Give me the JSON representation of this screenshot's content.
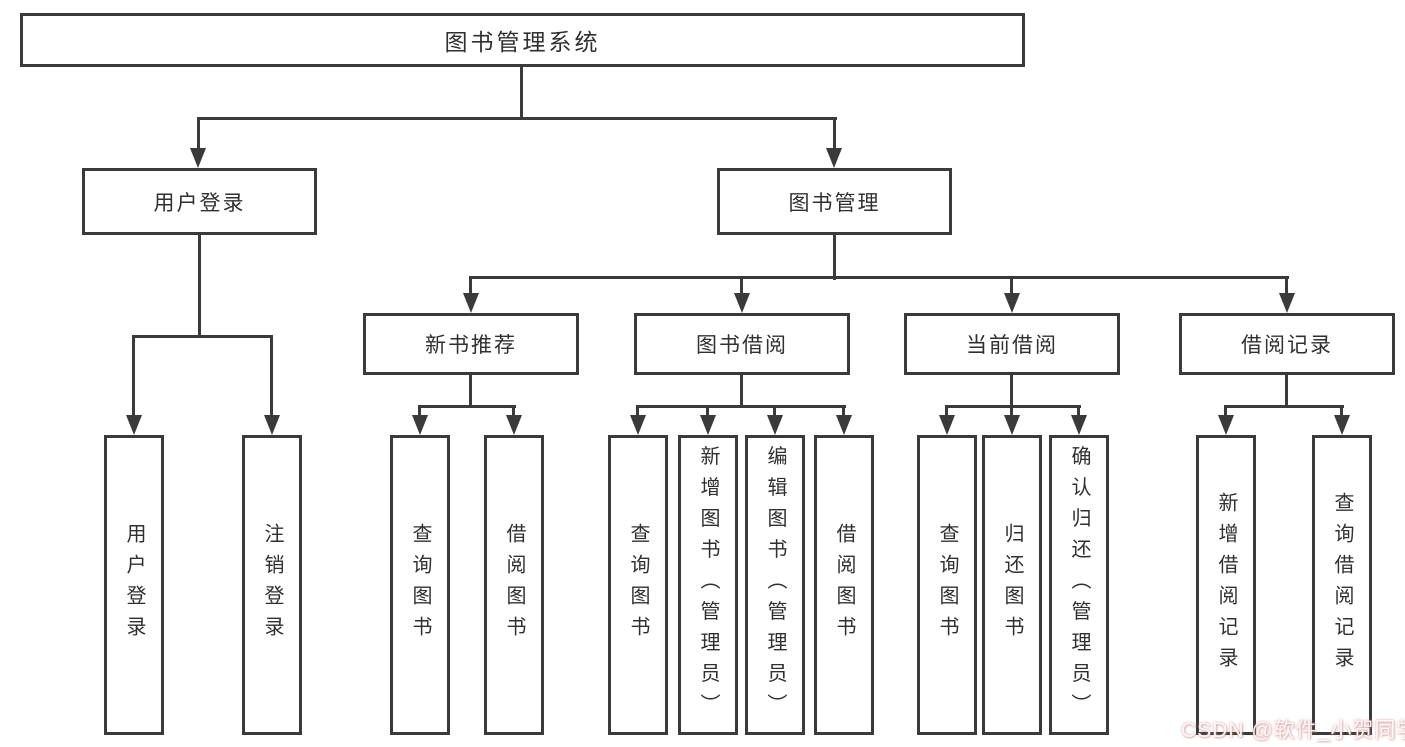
{
  "diagram": {
    "root": {
      "label": "图书管理系统"
    },
    "children": [
      {
        "label": "用户登录",
        "children": [
          {
            "label": "用户登录"
          },
          {
            "label": "注销登录"
          }
        ]
      },
      {
        "label": "图书管理",
        "children": [
          {
            "label": "新书推荐",
            "children": [
              {
                "label": "查询图书"
              },
              {
                "label": "借阅图书"
              }
            ]
          },
          {
            "label": "图书借阅",
            "children": [
              {
                "label": "查询图书"
              },
              {
                "label": "新增图书（管理员）"
              },
              {
                "label": "编辑图书（管理员）"
              },
              {
                "label": "借阅图书"
              }
            ]
          },
          {
            "label": "当前借阅",
            "children": [
              {
                "label": "查询图书"
              },
              {
                "label": "归还图书"
              },
              {
                "label": "确认归还（管理员）"
              }
            ]
          },
          {
            "label": "借阅记录",
            "children": [
              {
                "label": "新增借阅记录"
              },
              {
                "label": "查询借阅记录"
              }
            ]
          }
        ]
      }
    ]
  },
  "watermark": {
    "text": "CSDN @软件_小贺同学"
  },
  "colors": {
    "line": "#3a3a3a",
    "text": "#303030",
    "background": "#ffffff",
    "watermark": "#fffcfc",
    "watermark_tint": "#d68c8c"
  }
}
